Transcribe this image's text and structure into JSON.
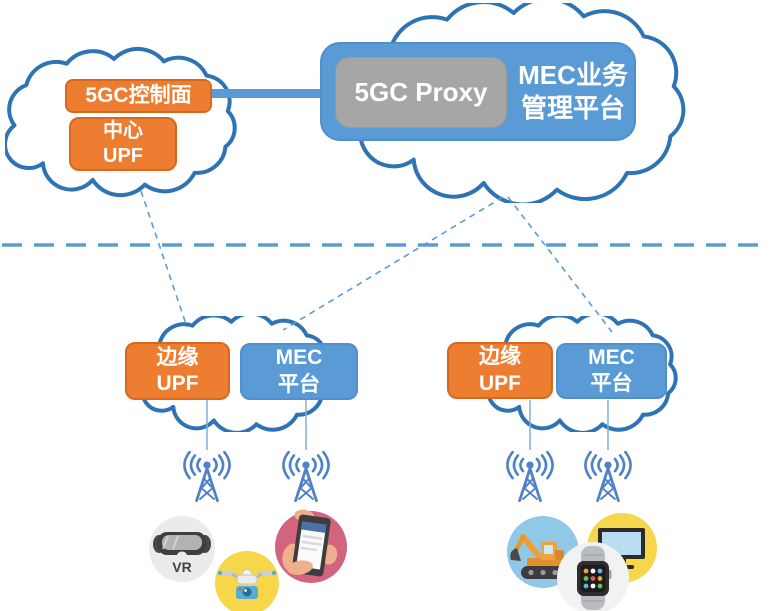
{
  "colors": {
    "cloud_outline": "#2E74B5",
    "orange_box": "#ED7D31",
    "blue_box": "#5B9BD5",
    "gray_box": "#A6A6A6",
    "link_blue": "#5B9BD5",
    "tower_blue": "#4F81C7"
  },
  "core_cloud": {
    "control_plane_label": "5GC控制面",
    "central_upf_label": "中心\nUPF"
  },
  "mec_cloud": {
    "proxy_label": "5GC Proxy",
    "platform_label": "MEC业务\n管理平台"
  },
  "edge_sites": [
    {
      "upf_label": "边缘\nUPF",
      "platform_label": "MEC\n平台"
    },
    {
      "upf_label": "边缘\nUPF",
      "platform_label": "MEC\n平台"
    }
  ],
  "icons": {
    "vr_label": "VR"
  }
}
